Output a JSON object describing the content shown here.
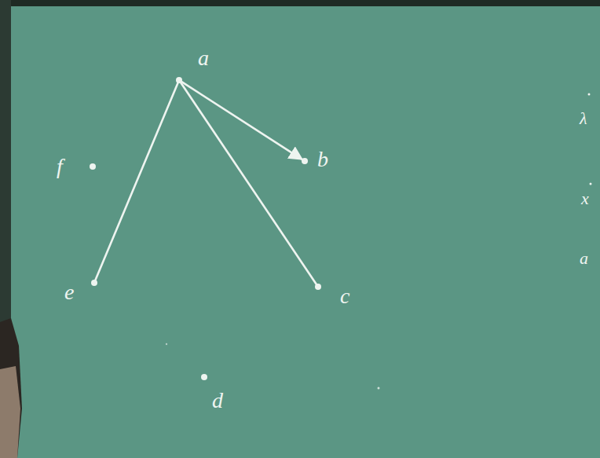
{
  "diagram": {
    "nodes": [
      {
        "text": [
          "a"
        ]
      },
      {
        "text": [
          "f"
        ]
      },
      {
        "text": [
          "b"
        ]
      },
      {
        "text": [
          "e"
        ]
      },
      {
        "text": [
          "c"
        ]
      },
      {
        "text": [
          "d"
        ]
      }
    ],
    "edges": [
      {
        "from": 0,
        "to": 2,
        "arrow": "to"
      },
      {
        "from": 0,
        "to": 3,
        "arrow": "none"
      },
      {
        "from": 0,
        "to": 4,
        "arrow": "none"
      }
    ],
    "labels": [
      "λ",
      "x",
      "a"
    ]
  }
}
